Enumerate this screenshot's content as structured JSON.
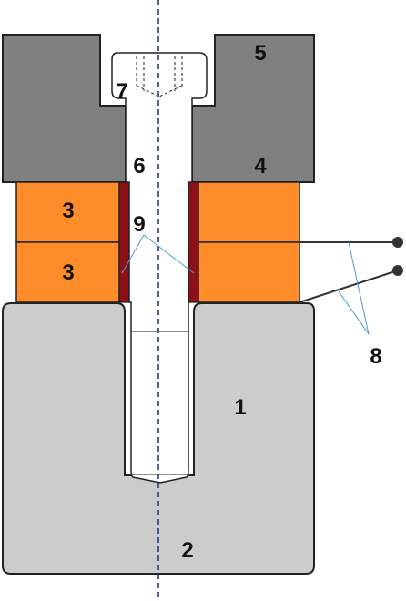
{
  "labels": {
    "body_upper": "1",
    "body_lower": "2",
    "ring_upper": "3",
    "ring_lower": "3",
    "plate_lower": "4",
    "plate_upper": "5",
    "bolt_shank": "6",
    "bolt_head": "7",
    "leads": "8",
    "insulation": "9"
  },
  "colors": {
    "body": "#cccccc",
    "plate": "#808080",
    "ring": "#ff8c2a",
    "insulation": "#8b1018",
    "bolt": "#ffffff",
    "outline": "#222222",
    "centerline": "#1a2f8a",
    "leader": "#4a9ad8",
    "lead_wire": "#333333"
  }
}
